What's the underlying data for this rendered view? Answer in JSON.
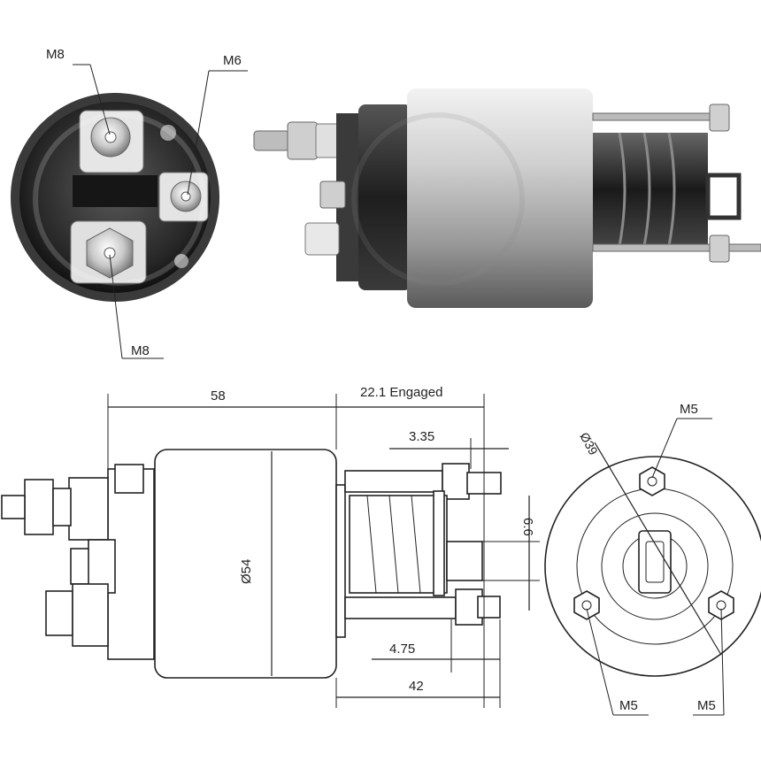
{
  "photo_labels": {
    "top_left_stud": "M8",
    "top_right_stud": "M6",
    "bottom_stud": "M8"
  },
  "dimensions": {
    "length": "58",
    "engaged": "22.1 Engaged",
    "offset_a": "3.35",
    "height_b": "6.6",
    "offset_c": "4.75",
    "length_b": "42",
    "diameter_body": "Ø54",
    "diameter_bolt_circle": "Ø39"
  },
  "end_view_labels": {
    "top": "M5",
    "bottom_left": "M5",
    "bottom_right": "M5"
  },
  "colors": {
    "line": "#222222",
    "metal_dark": "#2a2a2a",
    "metal_mid": "#8a8a8a",
    "metal_light": "#d8d8d8"
  }
}
